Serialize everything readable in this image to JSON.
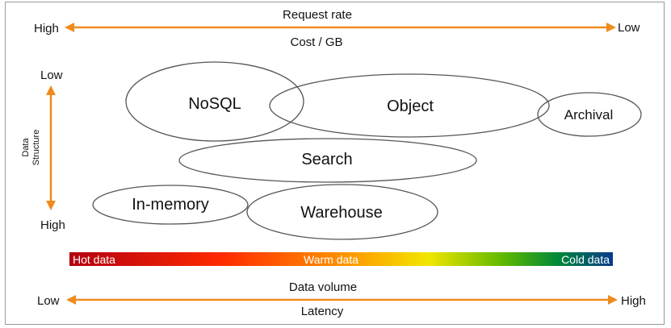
{
  "top_axis": {
    "title": "Request rate",
    "subtitle": "Cost / GB",
    "left_label": "High",
    "right_label": "Low"
  },
  "left_axis": {
    "top_label": "Low",
    "bottom_label": "High",
    "title_line1": "Data",
    "title_line2": "Structure"
  },
  "stores": {
    "nosql": "NoSQL",
    "object": "Object",
    "archival": "Archival",
    "search": "Search",
    "in_memory": "In-memory",
    "warehouse": "Warehouse"
  },
  "temperature_bar": {
    "hot": "Hot data",
    "warm": "Warm data",
    "cold": "Cold data",
    "colors": [
      "#b3000f",
      "#ff2a00",
      "#ff9a00",
      "#f2e600",
      "#5cb800",
      "#00873a",
      "#063a8a"
    ]
  },
  "bottom_axis": {
    "title": "Data volume",
    "subtitle": "Latency",
    "left_label": "Low",
    "right_label": "High"
  },
  "colors": {
    "arrow": "#f08a1e",
    "ellipse_stroke": "#555555"
  }
}
